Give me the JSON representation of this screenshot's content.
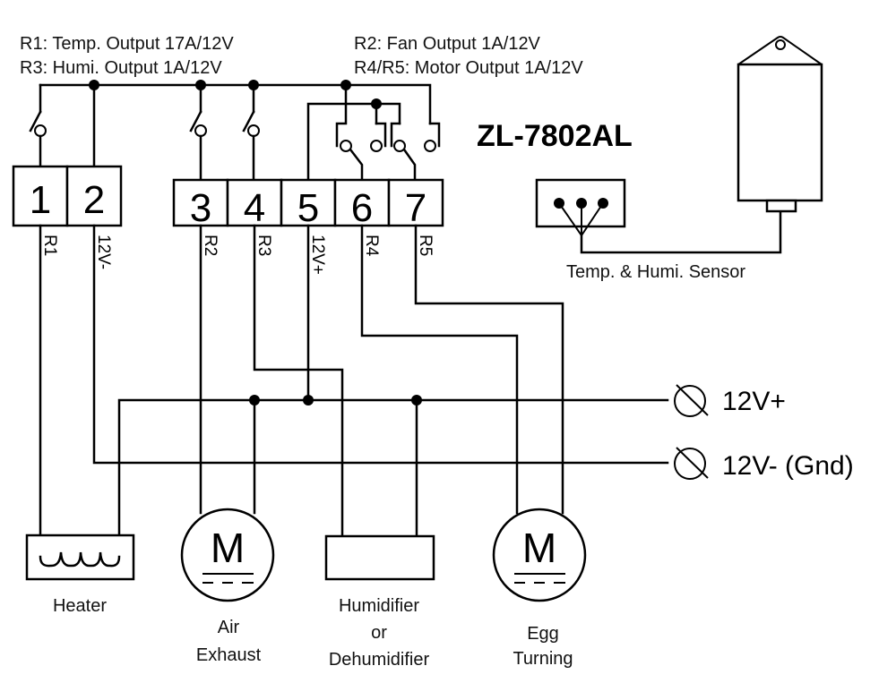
{
  "legend": {
    "line1_left": "R1: Temp. Output 17A/12V",
    "line2_left": "R3: Humi. Output 1A/12V",
    "line1_right": "R2: Fan Output 1A/12V",
    "line2_right": "R4/R5: Motor Output 1A/12V"
  },
  "model": "ZL-7802AL",
  "terminals": [
    "1",
    "2",
    "3",
    "4",
    "5",
    "6",
    "7"
  ],
  "wire_labels": [
    "R1",
    "12V-",
    "R2",
    "R3",
    "12V+",
    "R4",
    "R5"
  ],
  "sensor": {
    "label": "Temp. & Humi. Sensor"
  },
  "supply": {
    "positive": "12V+",
    "negative": "12V- (Gnd)"
  },
  "devices": {
    "heater": [
      "Heater"
    ],
    "air_exhaust": [
      "Air",
      "Exhaust"
    ],
    "humidifier": [
      "Humidifier",
      "or",
      "Dehumidifier"
    ],
    "egg_turning": [
      "Egg",
      "Turning"
    ],
    "motor_symbol": "M"
  }
}
